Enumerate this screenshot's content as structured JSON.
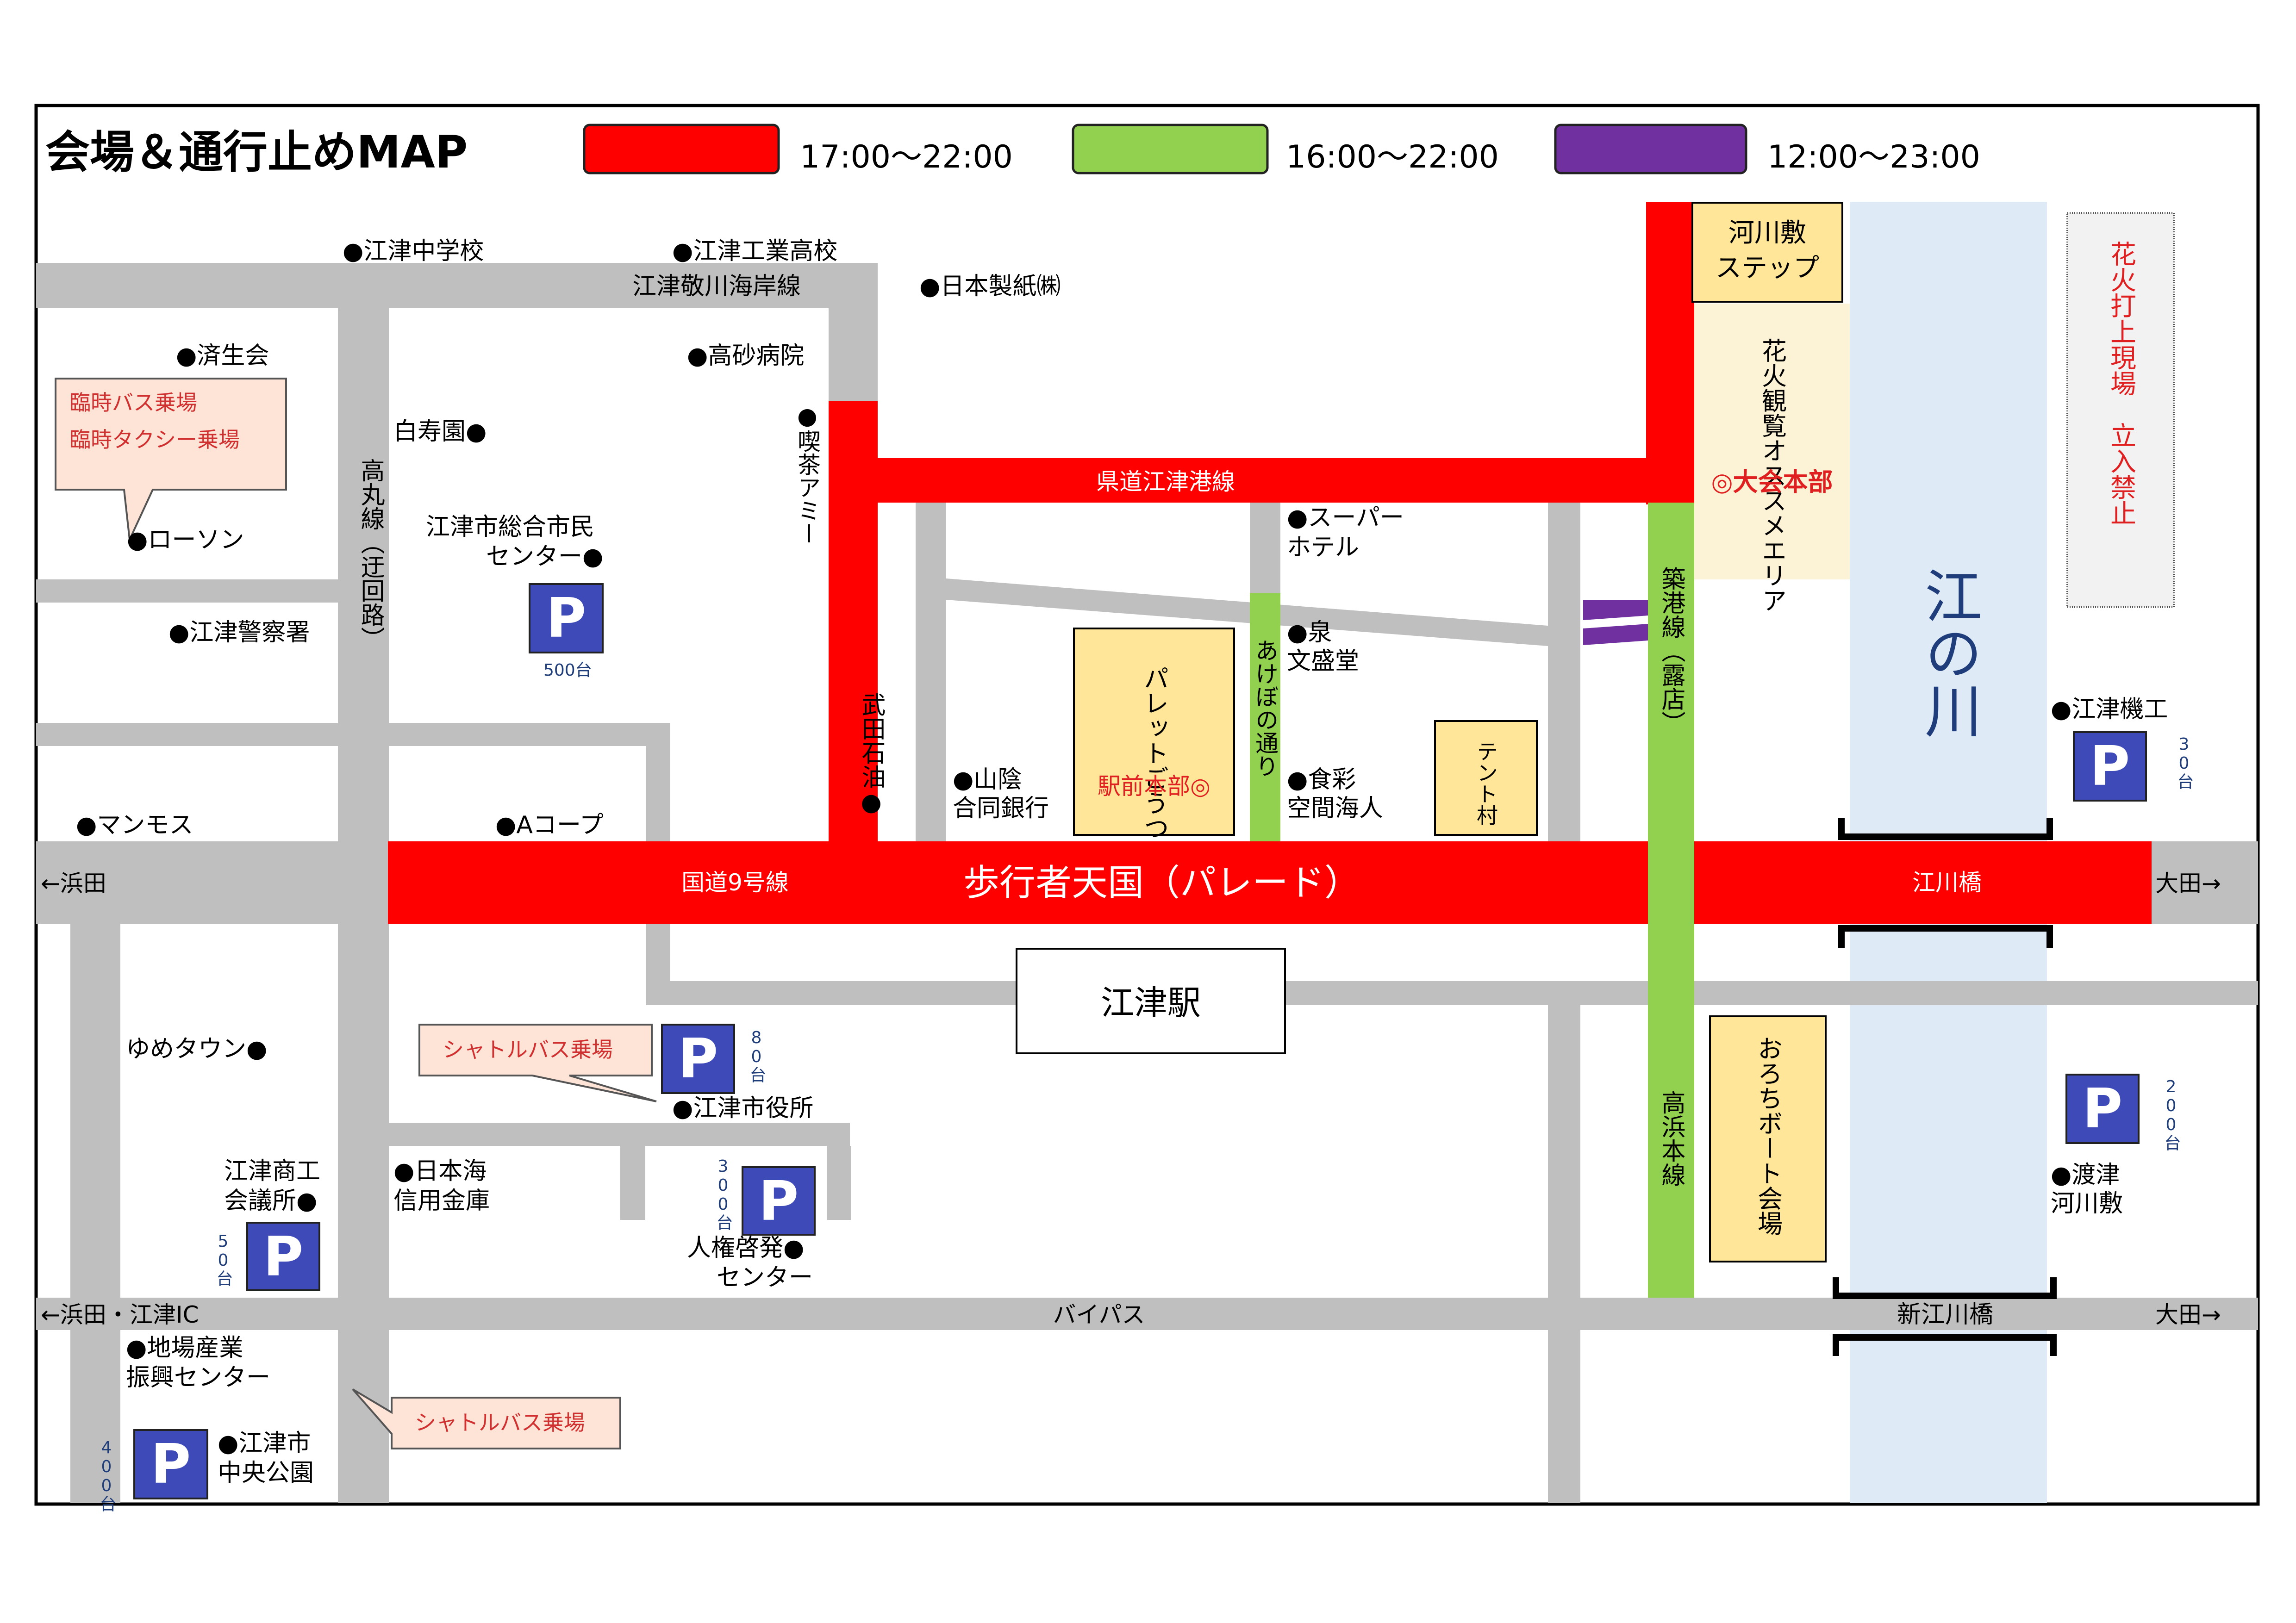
{
  "title": "会場＆通行止めMAP",
  "legend": [
    {
      "color": "#ff0000",
      "label": "17:00〜22:00"
    },
    {
      "color": "#92d050",
      "label": "16:00〜22:00"
    },
    {
      "color": "#7030a0",
      "label": "12:00〜23:00"
    }
  ],
  "colors": {
    "road": "#bfbfbf",
    "closed_red": "#ff0000",
    "closed_green": "#92d050",
    "closed_purple": "#7030a0",
    "river": "#deebf7",
    "venue": "#ffe699",
    "viewing": "#fcf3d6",
    "callout": "#fde4d6",
    "parking": "#3e4ab8"
  },
  "roads": {
    "route9": "国道9号線",
    "parade": "歩行者天国（パレード）",
    "kencho": "県道江津港線",
    "goutsu_keisen": "江津敬川海岸線",
    "bypass": "バイパス",
    "takamaru": "高丸線（迂回路）",
    "tsukiko": "築港線（露店）",
    "takahama": "高浜本線",
    "akebono": "あけぼの通り"
  },
  "bridges": {
    "gogawa": "江川橋",
    "shin_gogawa": "新江川橋"
  },
  "directions": {
    "hamada": "←浜田",
    "ohda1": "大田→",
    "hamada_ic": "←浜田・江津IC",
    "ohda2": "大田→"
  },
  "river": "江の川",
  "fireworks_site": "花火打上現場　立入禁止",
  "station": "江津駅",
  "venues": {
    "kasenjiki_step": "河川敷ステップ",
    "palette": "パレットごうつ",
    "ekimae_hq": "駅前本部◎",
    "tent": "テント村",
    "orochi": "おろちボート会場",
    "viewing_area": "花火観覧オススメエリア",
    "hq": "◎大会本部"
  },
  "landmarks": {
    "gotsu_jhs": "●江津中学校",
    "gotsu_kogyo": "●江津工業高校",
    "nihon_seishi": "●日本製紙㈱",
    "saiseikai": "●済生会",
    "takasago": "●高砂病院",
    "hakujuen": "白寿園●",
    "kissa_ami": "●喫茶アミー",
    "lawson": "●ローソン",
    "civic_center_1": "江津市総合市民",
    "civic_center_2": "センター●",
    "police": "●江津警察署",
    "super_hotel_1": "●スーパー",
    "super_hotel_2": "ホテル",
    "izumi_1": "●泉",
    "izumi_2": "文盛堂",
    "takeda": "武田石油●",
    "sanin_1": "●山陰",
    "sanin_2": "合同銀行",
    "shokusai_1": "●食彩",
    "shokusai_2": "空間海人",
    "mammoth": "●マンモス",
    "acoop": "●Aコープ",
    "gotsu_kiko": "●江津機工",
    "youme": "ゆめタウン●",
    "city_hall": "●江津市役所",
    "shoko_1": "江津商工",
    "shoko_2": "会議所●",
    "nihonkai_1": "●日本海",
    "nihonkai_2": "信用金庫",
    "jinken_1": "人権啓発●",
    "jinken_2": "センター",
    "watazu_1": "●渡津",
    "watazu_2": "河川敷",
    "jiba_1": "●地場産業",
    "jiba_2": "振興センター",
    "chuo_park_1": "●江津市",
    "chuo_park_2": "中央公園"
  },
  "callouts": {
    "bus_taxi_1": "臨時バス乗場",
    "bus_taxi_2": "臨時タクシー乗場",
    "shuttle_1": "シャトルバス乗場",
    "shuttle_2": "シャトルバス乗場"
  },
  "parking": [
    {
      "symbol": "P",
      "capacity": "500台"
    },
    {
      "symbol": "P",
      "capacity": "30台"
    },
    {
      "symbol": "P",
      "capacity": "80台"
    },
    {
      "symbol": "P",
      "capacity": "200台"
    },
    {
      "symbol": "P",
      "capacity": "300台"
    },
    {
      "symbol": "P",
      "capacity": "50台"
    },
    {
      "symbol": "P",
      "capacity": "400台"
    }
  ]
}
